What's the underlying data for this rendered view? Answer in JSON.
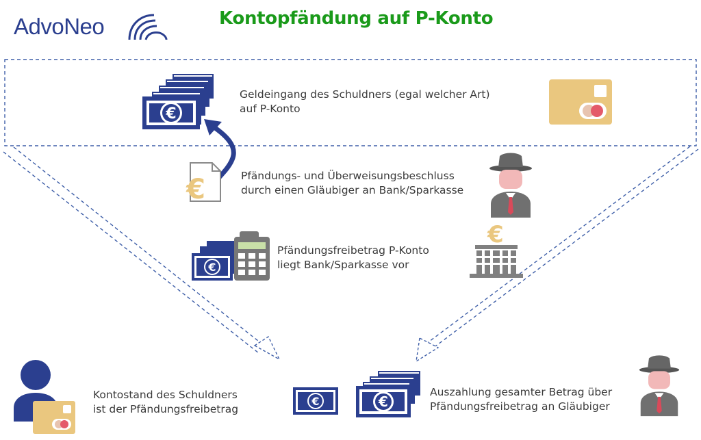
{
  "header": {
    "logo_text": "AdvoNeo",
    "title": "Kontopfändung auf P-Konto"
  },
  "steps": {
    "income": {
      "line1": "Geldeingang des Schuldners (egal welcher Art)",
      "line2": "auf P-Konto"
    },
    "garnishment": {
      "line1": "Pfändungs- und Überweisungsbeschluss",
      "line2": "durch einen Gläubiger an Bank/Sparkasse"
    },
    "allowance": {
      "line1": "Pfändungsfreibetrag P-Konto",
      "line2": "liegt Bank/Sparkasse vor"
    },
    "debtor_balance": {
      "line1": "Kontostand des Schuldners",
      "line2": "ist der Pfändungsfreibetrag"
    },
    "payout": {
      "line1": "Auszahlung gesamter Betrag über",
      "line2": "Pfändungsfreibetrag an Gläubiger"
    }
  },
  "colors": {
    "title_green": "#1a9a1a",
    "brand_blue": "#2b3f8f",
    "card_gold": "#eac77f",
    "dashed_blue": "#3f5fa8",
    "grey": "#8a8a8a",
    "skin": "#f2b8b8",
    "tie_red": "#d94a5a"
  },
  "icons": [
    "advoneo-logo-icon",
    "banknotes-stack-icon",
    "bank-card-icon",
    "euro-document-icon",
    "creditor-person-icon",
    "calculator-money-icon",
    "euro-bank-building-icon",
    "debtor-person-card-icon",
    "banknote-single-icon",
    "banknotes-stack-small-icon",
    "creditor-person-icon-2"
  ]
}
